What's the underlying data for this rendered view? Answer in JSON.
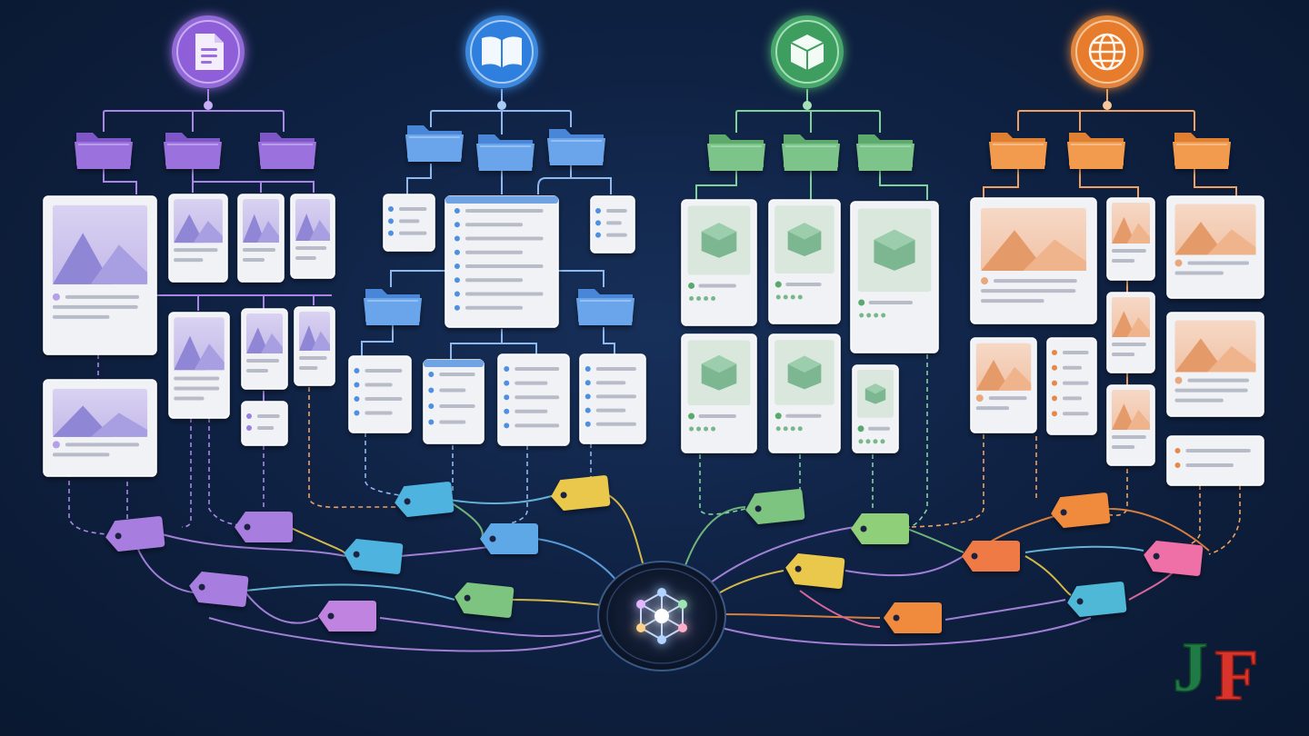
{
  "colors": {
    "background": "#0f2244",
    "purple": "#9a6ee0",
    "blue": "#3f8fe8",
    "green": "#4caf6e",
    "orange": "#ee8a3a",
    "card": "#f1f2f5",
    "line_purple": "#a985e6",
    "line_blue": "#8fb8ee",
    "line_green": "#7fd39a",
    "line_orange": "#f0a060"
  },
  "columns": [
    {
      "name": "documents",
      "icon": "document-icon",
      "color": "purple"
    },
    {
      "name": "books",
      "icon": "book-icon",
      "color": "blue"
    },
    {
      "name": "3d-objects",
      "icon": "cube-icon",
      "color": "green"
    },
    {
      "name": "web",
      "icon": "globe-icon",
      "color": "orange"
    }
  ],
  "hub": {
    "icon": "network-graph-icon"
  },
  "tags": [
    {
      "color": "#a77ddf"
    },
    {
      "color": "#a77ddf"
    },
    {
      "color": "#4fb3e0"
    },
    {
      "color": "#e9c84b"
    },
    {
      "color": "#5fa8e8"
    },
    {
      "color": "#a77ddf"
    },
    {
      "color": "#4fb3e0"
    },
    {
      "color": "#c084e0"
    },
    {
      "color": "#7cc47f"
    },
    {
      "color": "#7cc47f"
    },
    {
      "color": "#8fcf7a"
    },
    {
      "color": "#e9c84b"
    },
    {
      "color": "#f08a3e"
    },
    {
      "color": "#f07a45"
    },
    {
      "color": "#ef6fa6"
    },
    {
      "color": "#4fb8d6"
    },
    {
      "color": "#f08a3e"
    }
  ],
  "logo": {
    "letter1": "J",
    "letter2": "F"
  }
}
